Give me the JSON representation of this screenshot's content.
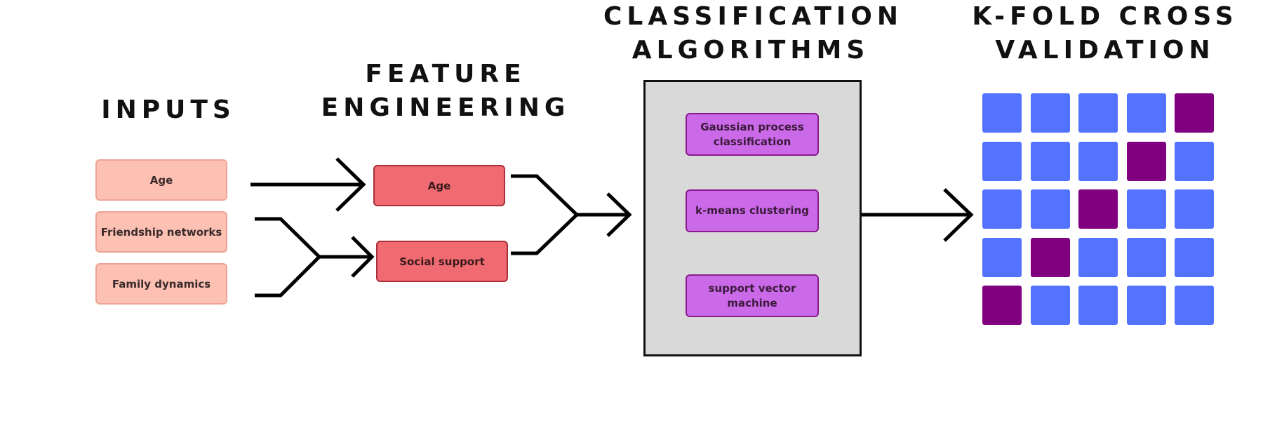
{
  "headings": {
    "inputs": "INPUTS",
    "feature_line1": "FEATURE",
    "feature_line2": "ENGINEERING",
    "classification_line1": "CLASSIFICATION",
    "classification_line2": "ALGORITHMS",
    "kfold_line1": "K-FOLD CROSS",
    "kfold_line2": "VALIDATION"
  },
  "inputs": [
    "Age",
    "Friendship networks",
    "Family dynamics"
  ],
  "features": [
    "Age",
    "Social support"
  ],
  "algorithms": {
    "gaussian_line1": "Gaussian process",
    "gaussian_line2": "classification",
    "kmeans": "k-means clustering",
    "svm_line1": "support vector",
    "svm_line2": "machine"
  },
  "kfold": {
    "folds": 5,
    "grid": [
      [
        0,
        0,
        0,
        0,
        1
      ],
      [
        0,
        0,
        0,
        1,
        0
      ],
      [
        0,
        0,
        1,
        0,
        0
      ],
      [
        0,
        1,
        0,
        0,
        0
      ],
      [
        1,
        0,
        0,
        0,
        0
      ]
    ],
    "train_color": "#5272ff",
    "test_color": "#800080"
  },
  "colors": {
    "input_fill": "#fcc1b3",
    "feature_fill": "#f06a72",
    "algorithm_fill": "#cb6ae8",
    "panel_fill": "#d9d9d9",
    "arrow": "#000000"
  }
}
